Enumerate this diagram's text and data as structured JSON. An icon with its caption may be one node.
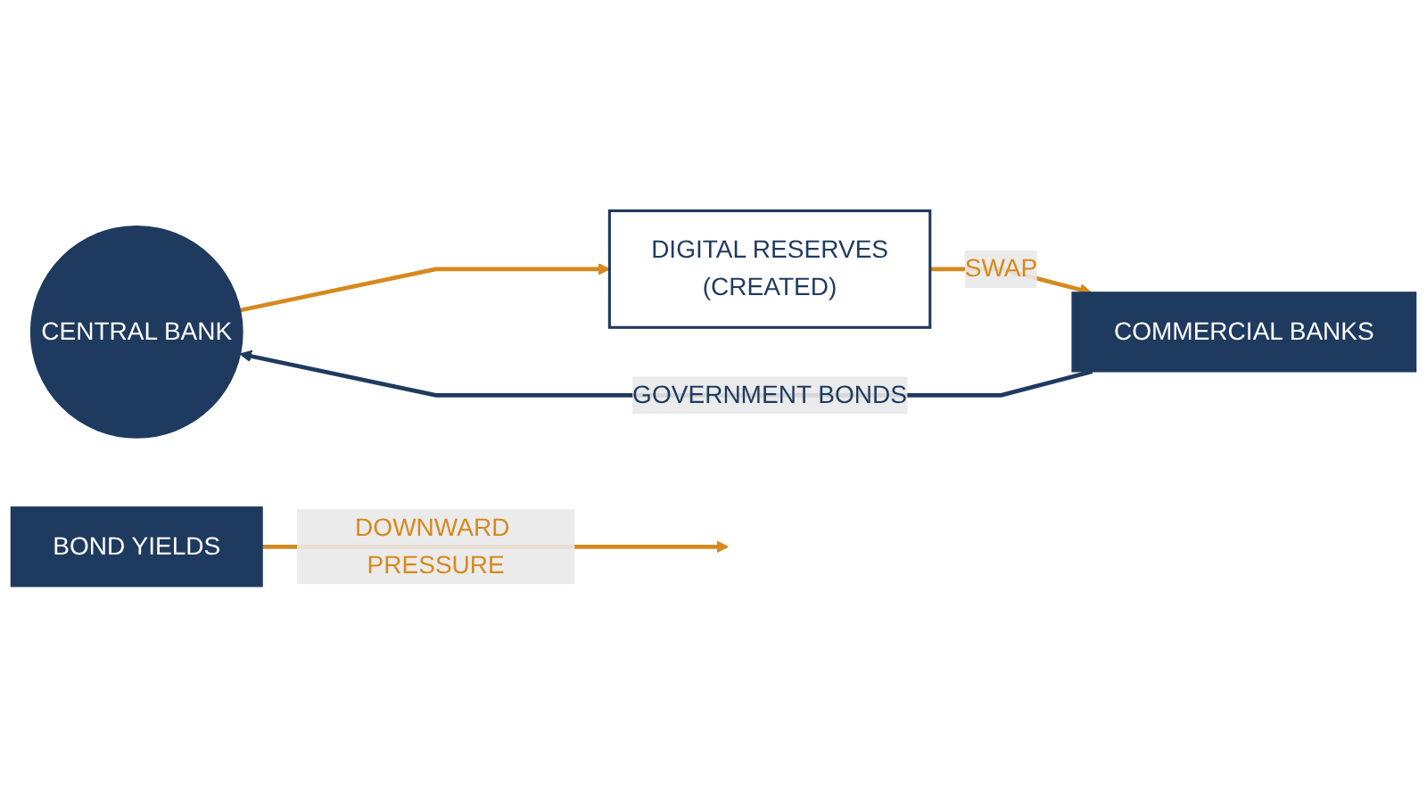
{
  "diagram": {
    "nodes": [
      {
        "text": [
          "CENTRAL BANK"
        ]
      },
      {
        "text": [
          "DIGITAL RESERVES",
          "(CREATED)"
        ]
      },
      {
        "text": [
          "COMMERCIAL BANKS"
        ]
      },
      {
        "text": [
          "BOND YIELDS"
        ]
      }
    ],
    "edges": [
      {
        "from": 0,
        "to": 1,
        "arrow": "to"
      },
      {
        "from": 1,
        "to": 2,
        "arrow": "to",
        "label": "SWAP"
      },
      {
        "from": 2,
        "to": 0,
        "arrow": "to",
        "label": "GOVERNMENT BONDS",
        "color": "#1f3a5f"
      },
      {
        "from": 3,
        "to": null,
        "arrow": "to",
        "label": "DOWNWARD PRESSURE"
      }
    ]
  }
}
